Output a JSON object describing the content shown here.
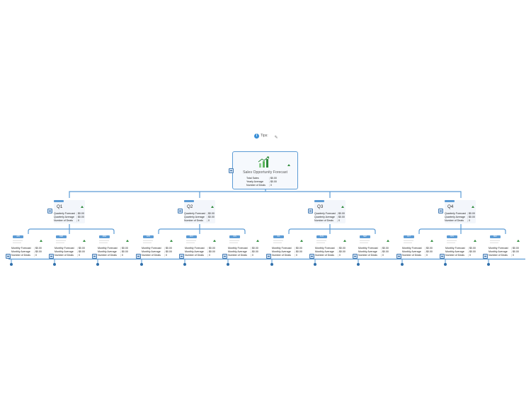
{
  "tips": {
    "icon": "info-icon",
    "label": "Tips:",
    "edit_icon": "pencil-icon"
  },
  "root": {
    "title": "Sales Opportunity Forecast",
    "icon": "bar-chart-growth-icon",
    "fields": [
      {
        "label": "Total Sales",
        "value": "$0.00"
      },
      {
        "label": "Yearly Average",
        "value": "$0.00"
      },
      {
        "label": "Number of Deals",
        "value": "0"
      }
    ]
  },
  "quarters": [
    {
      "title": "Q1",
      "fields": [
        {
          "label": "Quarterly Forecast",
          "value": "$0.00"
        },
        {
          "label": "Quarterly Average",
          "value": "$0.00"
        },
        {
          "label": "Number of Deals",
          "value": "0"
        }
      ]
    },
    {
      "title": "Q2",
      "fields": [
        {
          "label": "Quarterly Forecast",
          "value": "$0.00"
        },
        {
          "label": "Quarterly Average",
          "value": "$0.00"
        },
        {
          "label": "Number of Deals",
          "value": "0"
        }
      ]
    },
    {
      "title": "Q3",
      "fields": [
        {
          "label": "Quarterly Forecast",
          "value": "$0.00"
        },
        {
          "label": "Quarterly Average",
          "value": "$0.00"
        },
        {
          "label": "Number of Deals",
          "value": "0"
        }
      ]
    },
    {
      "title": "Q4",
      "fields": [
        {
          "label": "Quarterly Forecast",
          "value": "$0.00"
        },
        {
          "label": "Quarterly Average",
          "value": "$0.00"
        },
        {
          "label": "Number of Deals",
          "value": "0"
        }
      ]
    }
  ],
  "months": [
    {
      "tag": "JAN",
      "fields": [
        {
          "label": "Monthly Forecast",
          "value": "$0.00"
        },
        {
          "label": "Monthly Average",
          "value": "$0.00"
        },
        {
          "label": "Number of Deals",
          "value": "0"
        }
      ]
    },
    {
      "tag": "FEB",
      "fields": [
        {
          "label": "Monthly Forecast",
          "value": "$0.00"
        },
        {
          "label": "Monthly Average",
          "value": "$0.00"
        },
        {
          "label": "Number of Deals",
          "value": "0"
        }
      ]
    },
    {
      "tag": "MAR",
      "fields": [
        {
          "label": "Monthly Forecast",
          "value": "$0.00"
        },
        {
          "label": "Monthly Average",
          "value": "$0.00"
        },
        {
          "label": "Number of Deals",
          "value": "0"
        }
      ]
    },
    {
      "tag": "APR",
      "fields": [
        {
          "label": "Monthly Forecast",
          "value": "$0.00"
        },
        {
          "label": "Monthly Average",
          "value": "$0.00"
        },
        {
          "label": "Number of Deals",
          "value": "0"
        }
      ]
    },
    {
      "tag": "MAY",
      "fields": [
        {
          "label": "Monthly Forecast",
          "value": "$0.00"
        },
        {
          "label": "Monthly Average",
          "value": "$0.00"
        },
        {
          "label": "Number of Deals",
          "value": "0"
        }
      ]
    },
    {
      "tag": "JUN",
      "fields": [
        {
          "label": "Monthly Forecast",
          "value": "$0.00"
        },
        {
          "label": "Monthly Average",
          "value": "$0.00"
        },
        {
          "label": "Number of Deals",
          "value": "0"
        }
      ]
    },
    {
      "tag": "JUL",
      "fields": [
        {
          "label": "Monthly Forecast",
          "value": "$0.00"
        },
        {
          "label": "Monthly Average",
          "value": "$0.00"
        },
        {
          "label": "Number of Deals",
          "value": "0"
        }
      ]
    },
    {
      "tag": "AUG",
      "fields": [
        {
          "label": "Monthly Forecast",
          "value": "$0.00"
        },
        {
          "label": "Monthly Average",
          "value": "$0.00"
        },
        {
          "label": "Number of Deals",
          "value": "0"
        }
      ]
    },
    {
      "tag": "SEP",
      "fields": [
        {
          "label": "Monthly Forecast",
          "value": "$0.00"
        },
        {
          "label": "Monthly Average",
          "value": "$0.00"
        },
        {
          "label": "Number of Deals",
          "value": "0"
        }
      ]
    },
    {
      "tag": "OCT",
      "fields": [
        {
          "label": "Monthly Forecast",
          "value": "$0.00"
        },
        {
          "label": "Monthly Average",
          "value": "$0.00"
        },
        {
          "label": "Number of Deals",
          "value": "0"
        }
      ]
    },
    {
      "tag": "NOV",
      "fields": [
        {
          "label": "Monthly Forecast",
          "value": "$0.00"
        },
        {
          "label": "Monthly Average",
          "value": "$0.00"
        },
        {
          "label": "Number of Deals",
          "value": "0"
        }
      ]
    },
    {
      "tag": "DEC",
      "fields": [
        {
          "label": "Monthly Forecast",
          "value": "$0.00"
        },
        {
          "label": "Monthly Average",
          "value": "$0.00"
        },
        {
          "label": "Number of Deals",
          "value": "0"
        }
      ]
    }
  ],
  "colors": {
    "connector": "#5b9bd5",
    "accent": "#2e8b3a",
    "expander": "#c9ddf2"
  }
}
